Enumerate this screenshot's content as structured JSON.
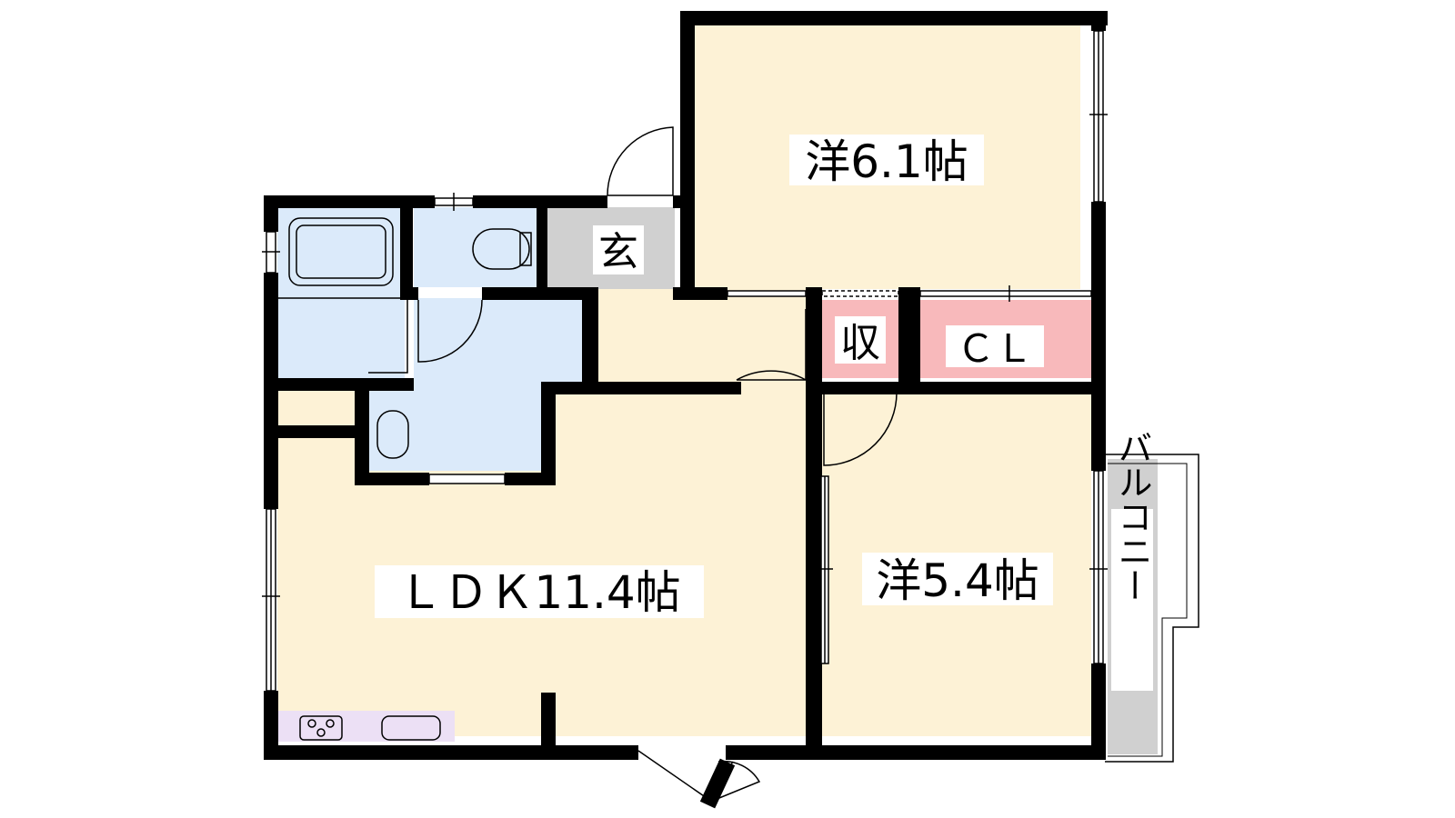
{
  "colors": {
    "wall": "#000000",
    "room": "#fdf2d6",
    "wet_area": "#dbeafa",
    "entrance": "#d0d0d0",
    "storage": "#f8b9bb",
    "kitchen": "#ece0f5",
    "balcony": "#d0d0d0",
    "fixture_line": "#555555"
  },
  "rooms": {
    "western_1": "洋6.1帖",
    "western_2": "洋5.4帖",
    "ldk": "ＬＤＫ11.4帖",
    "entrance": "玄",
    "storage": "収",
    "closet": "ＣＬ",
    "balcony": "バルコニー"
  }
}
